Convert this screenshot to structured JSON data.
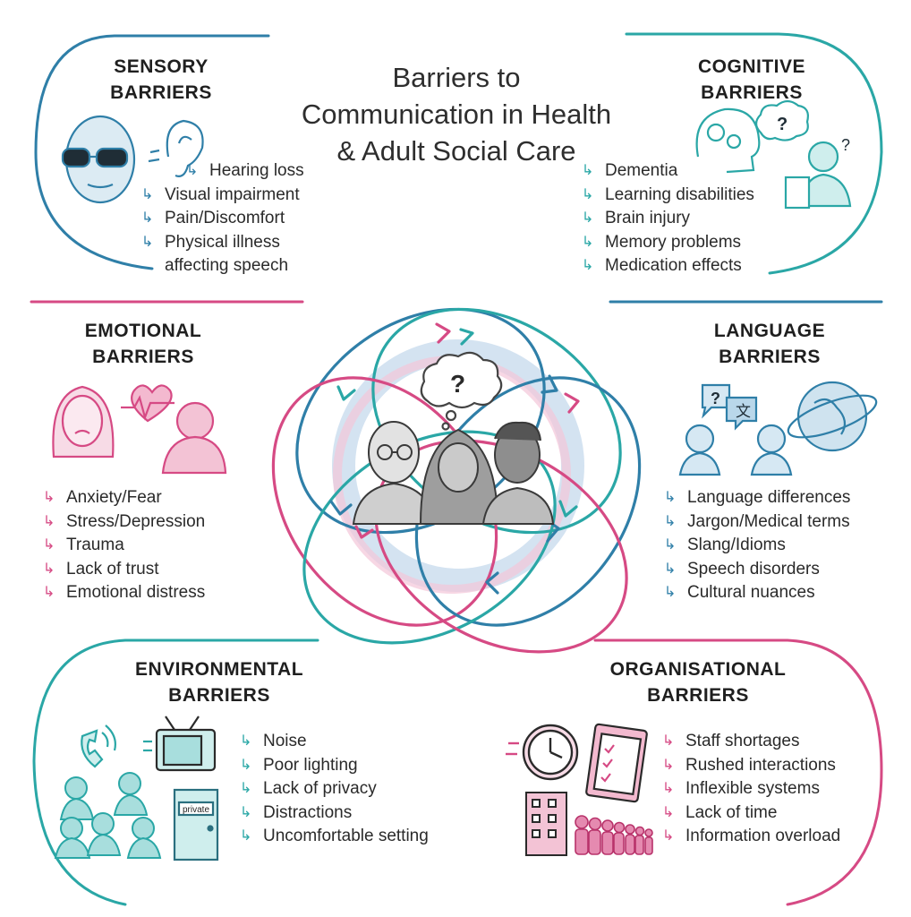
{
  "title": "Barriers to Communication in Health & Adult Social Care",
  "colors": {
    "blue": "#2f7fa8",
    "teal": "#2aa7a6",
    "pink": "#d64a84"
  },
  "sections": {
    "sensory": {
      "title_line1": "SENSORY",
      "title_line2": "BARRIERS",
      "items": [
        "Hearing loss",
        "Visual impairment",
        "Pain/Discomfort",
        "Physical illness",
        "affecting speech"
      ]
    },
    "cognitive": {
      "title_line1": "COGNITIVE",
      "title_line2": "BARRIERS",
      "items": [
        "Dementia",
        "Learning disabilities",
        "Brain injury",
        "Memory problems",
        "Medication effects"
      ]
    },
    "emotional": {
      "title_line1": "EMOTIONAL",
      "title_line2": "BARRIERS",
      "items": [
        "Anxiety/Fear",
        "Stress/Depression",
        "Trauma",
        "Lack of trust",
        "Emotional distress"
      ]
    },
    "language": {
      "title_line1": "LANGUAGE",
      "title_line2": "BARRIERS",
      "items": [
        "Language differences",
        "Jargon/Medical terms",
        "Slang/Idioms",
        "Speech disorders",
        "Cultural nuances"
      ]
    },
    "environmental": {
      "title_line1": "ENVIRONMENTAL",
      "title_line2": "BARRIERS",
      "items": [
        "Noise",
        "Poor lighting",
        "Lack of privacy",
        "Distractions",
        "Uncomfortable setting"
      ],
      "door_sign": "private"
    },
    "organisational": {
      "title_line1": "ORGANISATIONAL",
      "title_line2": "BARRIERS",
      "items": [
        "Staff shortages",
        "Rushed interactions",
        "Inflexible systems",
        "Lack of time",
        "Information overload"
      ]
    }
  },
  "center": {
    "bubble_symbol": "?"
  },
  "language_bubbles": {
    "left": "?",
    "right": "文"
  },
  "icons": [
    "ear-icon",
    "sunglasses-face-icon",
    "gears-head-icon",
    "thought-bubble-icon",
    "question-person-icon",
    "sad-face-icon",
    "heartbeat-icon",
    "crying-person-icon",
    "speech-bubble-icon",
    "globe-icon",
    "phone-icon",
    "tv-icon",
    "door-icon",
    "group-people-icon",
    "clock-icon",
    "clipboard-icon",
    "building-icon",
    "queue-people-icon"
  ]
}
